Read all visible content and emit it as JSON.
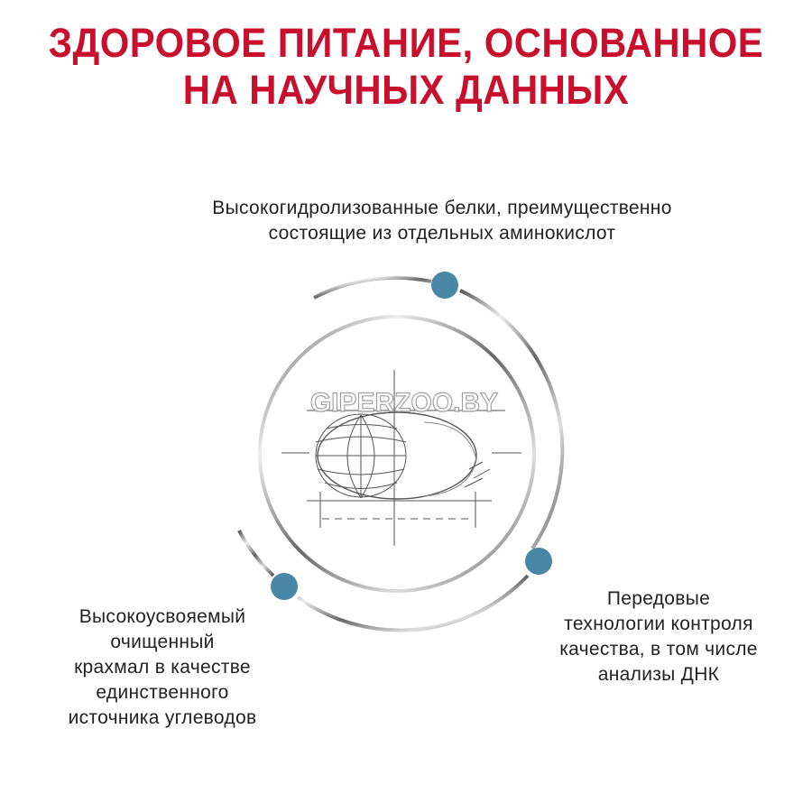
{
  "title": {
    "line1": "ЗДОРОВОЕ ПИТАНИЕ, ОСНОВАННОЕ",
    "line2": "НА НАУЧНЫХ ДАННЫХ"
  },
  "features": {
    "top": [
      "Высокогидролизованные белки, преимущественно",
      "состоящие из отдельных аминокислот"
    ],
    "left": [
      "Высокоусвояемый",
      "очищенный",
      "крахмал в качестве",
      "единственного",
      "источника углеводов"
    ],
    "right": [
      "Передовые",
      "технологии контроля",
      "качества, в том числе",
      "анализы ДНК"
    ]
  },
  "watermark": "GIPERZOO.BY",
  "colors": {
    "title": "#c8102e",
    "dot": "#4a86a6",
    "ring": "#8a8a8a"
  }
}
